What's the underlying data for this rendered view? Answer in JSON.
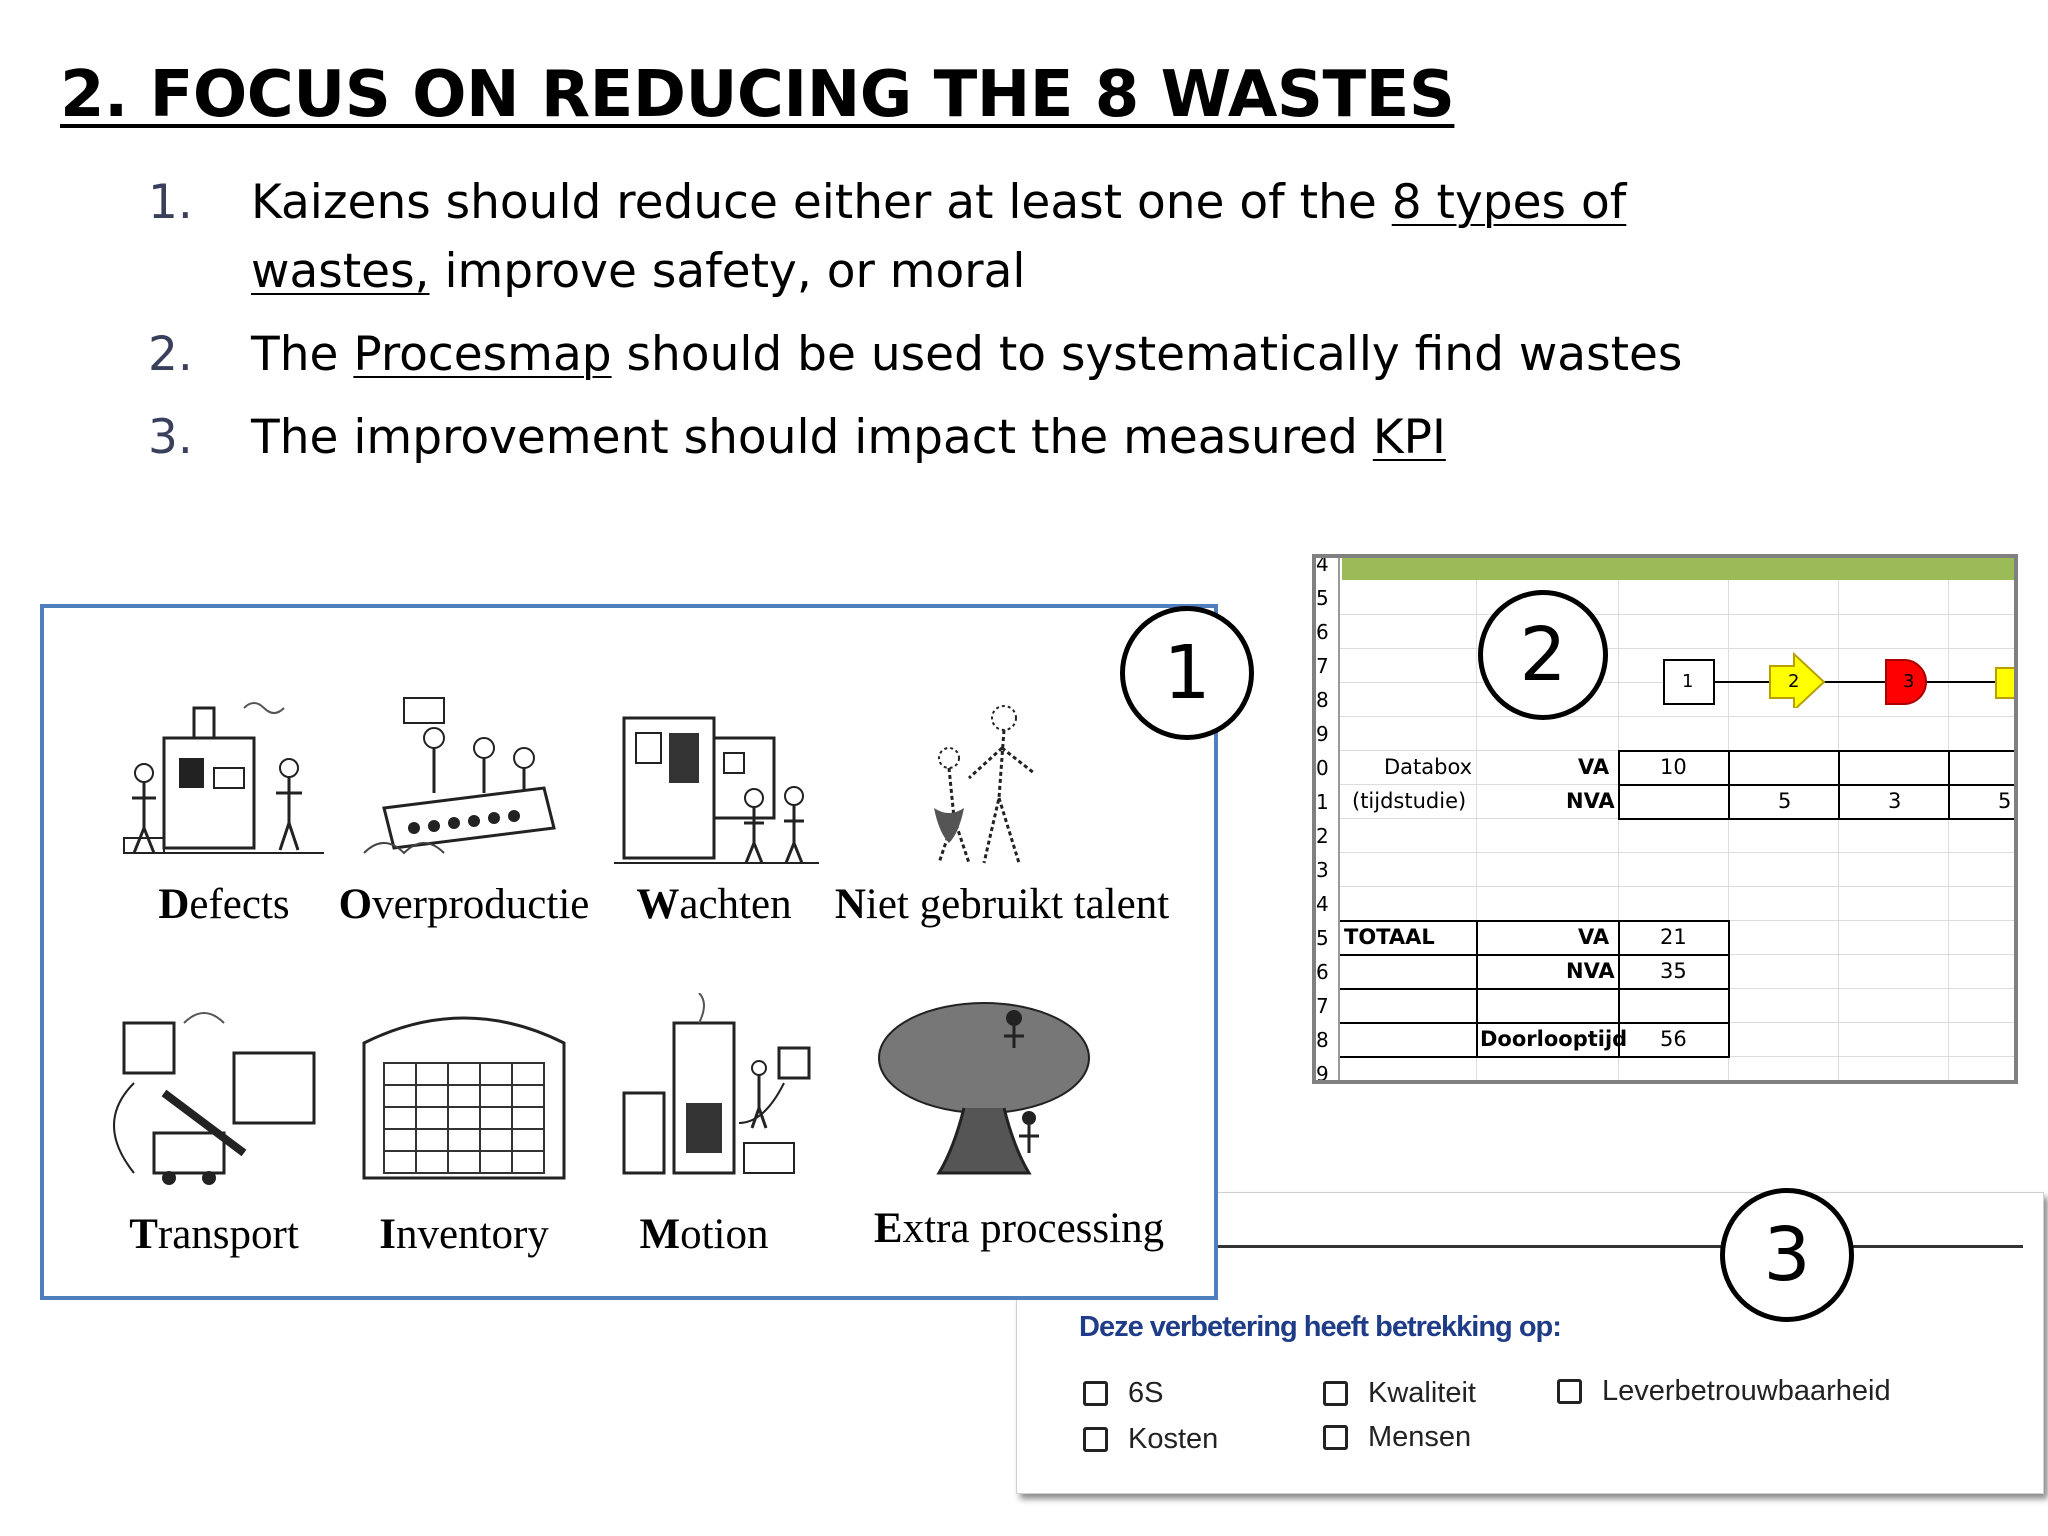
{
  "slide": {
    "title": "2. FOCUS ON REDUCING THE 8 WASTES",
    "bullets": [
      {
        "num": "1.",
        "pre": "Kaizens should reduce either at least one of the ",
        "link1": "8 types of",
        "link2": "wastes,",
        "post": " improve safety, or moral"
      },
      {
        "num": "2.",
        "pre": "The ",
        "link": "Procesmap",
        "post": " should be used to systematically find wastes"
      },
      {
        "num": "3.",
        "pre": "The improvement should impact the measured ",
        "link": "KPI",
        "post": ""
      }
    ]
  },
  "wastes_panel": {
    "marker": "1",
    "wastes": [
      {
        "first": "D",
        "rest": "efects"
      },
      {
        "first": "O",
        "rest": "verproductie"
      },
      {
        "first": "W",
        "rest": "achten"
      },
      {
        "first": "N",
        "rest": "iet gebruikt talent"
      },
      {
        "first": "T",
        "rest": "ransport"
      },
      {
        "first": "I",
        "rest": "nventory"
      },
      {
        "first": "M",
        "rest": "otion"
      },
      {
        "first": "E",
        "rest": "xtra processing"
      }
    ]
  },
  "procesmap_panel": {
    "marker": "2",
    "row_numbers": [
      "4",
      "5",
      "6",
      "7",
      "8",
      "9",
      "0",
      "1",
      "2",
      "3",
      "4",
      "5",
      "6",
      "7",
      "8",
      "9"
    ],
    "flow_steps": [
      "1",
      "2",
      "3"
    ],
    "databox_label": "Databox",
    "databox_sub": "(tijdstudie)",
    "va_label": "VA",
    "nva_label": "NVA",
    "va_values": [
      "10"
    ],
    "nva_values": [
      "5",
      "3",
      "5"
    ],
    "totaal_label": "TOTAAL",
    "totaal_va": "21",
    "totaal_nva": "35",
    "doorlooptijd_label": "Doorlooptijd",
    "doorlooptijd_value": "56",
    "colors": {
      "step1": "#ffffff",
      "step2": "#ffff00",
      "step3": "#ff0000",
      "step4": "#ffff00",
      "header_bar": "#9bbb59"
    }
  },
  "kpi_panel": {
    "marker": "3",
    "heading": "Deze verbetering heeft betrekking op:",
    "options": [
      "6S",
      "Kosten",
      "Kwaliteit",
      "Mensen",
      "Leverbetrouwbaarheid"
    ]
  }
}
